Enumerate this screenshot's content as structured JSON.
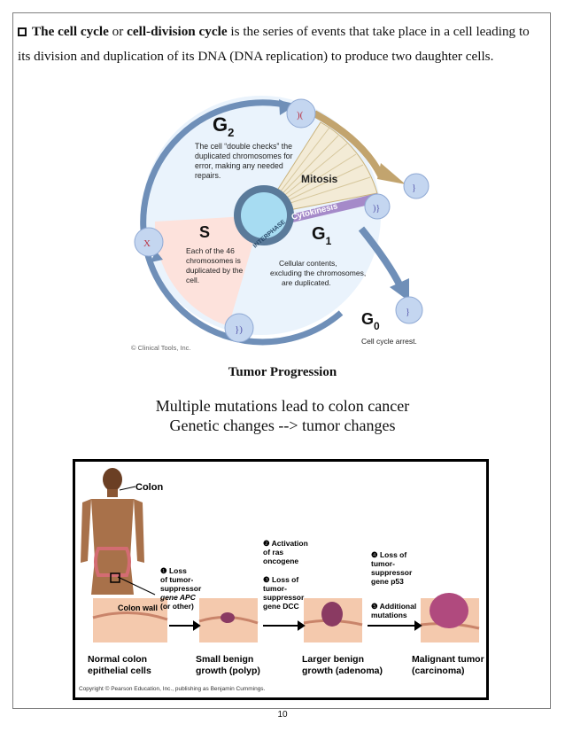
{
  "intro": {
    "term1": "The cell cycle",
    "or": "or",
    "term2": "cell-division cycle",
    "rest": "is the series of events that take place in a cell leading to its division and duplication of its DNA (DNA replication) to produce two daughter cells."
  },
  "cell_cycle": {
    "g2_label": "G",
    "g2_sub": "2",
    "g2_text": [
      "The cell “double checks” the",
      "duplicated chromosomes for",
      "error, making any needed",
      "repairs."
    ],
    "mitosis": "Mitosis",
    "cytokinesis": "Cytokinesis",
    "g1_label": "G",
    "g1_sub": "1",
    "g1_text": [
      "Cellular contents,",
      "excluding the chromosomes,",
      "are duplicated."
    ],
    "s_label": "S",
    "s_text": [
      "Each of the 46",
      "chromosomes is",
      "duplicated by the",
      "cell."
    ],
    "interphase": "INTERPHASE",
    "g0_label": "G",
    "g0_sub": "0",
    "g0_text": "Cell cycle arrest.",
    "copyright": "© Clinical Tools, Inc."
  },
  "heading": "Tumor Progression",
  "subtitle1": "Multiple mutations lead to colon cancer",
  "subtitle2": "Genetic changes --> tumor changes",
  "colon_figure": {
    "colon_label": "Colon",
    "colon_wall": "Colon wall",
    "step1": [
      "❶ Loss",
      "of tumor-",
      "suppressor",
      "gene APC",
      "(or other)"
    ],
    "step2": [
      "❷ Activation",
      "of ras",
      "oncogene"
    ],
    "step3": [
      "❸ Loss of",
      "tumor-",
      "suppressor",
      "gene DCC"
    ],
    "step4": [
      "❹ Loss of",
      "tumor-",
      "suppressor",
      "gene p53"
    ],
    "step5": [
      "❺ Additional",
      "mutations"
    ],
    "stage1": [
      "Normal colon",
      "epithelial cells"
    ],
    "stage2": [
      "Small benign",
      "growth (polyp)"
    ],
    "stage3": [
      "Larger benign",
      "growth (adenoma)"
    ],
    "stage4": [
      "Malignant tumor",
      "(carcinoma)"
    ],
    "copyright": "Copyright © Pearson Education, Inc., publishing as Benjamin Cummings."
  },
  "page_number": "10"
}
